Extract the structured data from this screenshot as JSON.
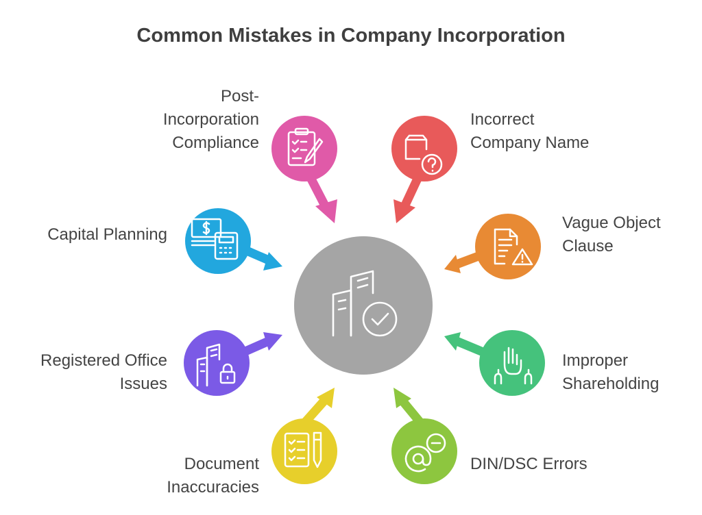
{
  "title": "Common Mistakes in Company Incorporation",
  "center": {
    "icon": "building-check-icon",
    "color": "#a5a5a5"
  },
  "items": [
    {
      "label": "Post-\nIncorporation\nCompliance",
      "color": "#e05aa8",
      "icon": "clipboard-pencil-icon"
    },
    {
      "label": "Incorrect\nCompany Name",
      "color": "#e85a5a",
      "icon": "box-question-icon"
    },
    {
      "label": "Vague Object\nClause",
      "color": "#e88a34",
      "icon": "document-warning-icon"
    },
    {
      "label": "Improper\nShareholding",
      "color": "#45c27c",
      "icon": "raised-hands-icon"
    },
    {
      "label": "DIN/DSC Errors",
      "color": "#8dc63f",
      "icon": "at-minus-icon"
    },
    {
      "label": "Document\nInaccuracies",
      "color": "#e7cf2b",
      "icon": "checklist-pen-icon"
    },
    {
      "label": "Registered Office\nIssues",
      "color": "#7b5ae6",
      "icon": "buildings-lock-icon"
    },
    {
      "label": "Capital Planning",
      "color": "#22a7de",
      "icon": "cash-calculator-icon"
    }
  ]
}
